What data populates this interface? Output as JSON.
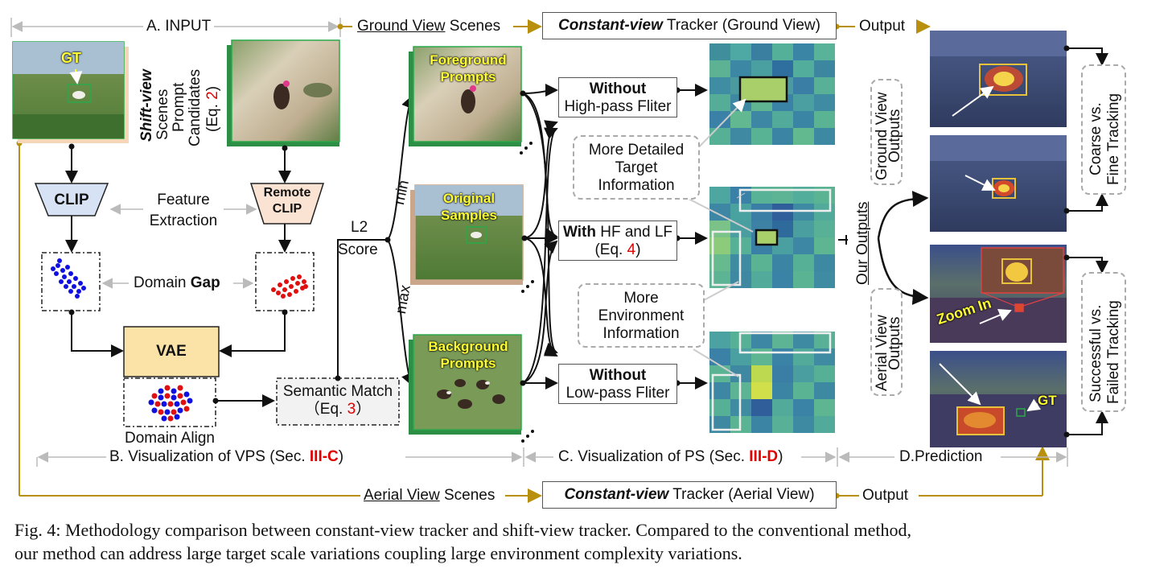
{
  "sections": {
    "input": "A. INPUT",
    "vps_prefix": "B. Visualization of VPS (Sec. ",
    "vps_ref": "III-C",
    "vps_suffix": ")",
    "ps_prefix": "C. Visualization of PS (Sec. ",
    "ps_ref": "III-D",
    "ps_suffix": ")",
    "prediction": "D.Prediction"
  },
  "top_flow": {
    "scenes_u": "Ground View",
    "scenes_rest": " Scenes",
    "tracker_em": "Constant-view",
    "tracker_rest": " Tracker (Ground View)",
    "output": "Output"
  },
  "bottom_flow": {
    "scenes_u": "Aerial View",
    "scenes_rest": " Scenes",
    "tracker_em": "Constant-view",
    "tracker_rest": " Tracker (Aerial View)",
    "output": "Output"
  },
  "input": {
    "gt": "GT",
    "shift_em": "Shift-view",
    "shift_rest": "Scenes",
    "prompt_l1": "Prompt",
    "prompt_l2": "Candidates",
    "prompt_l3a": "(Eq. ",
    "prompt_l3b": "2",
    "prompt_l3c": ")"
  },
  "vps": {
    "clip": "CLIP",
    "remote_clip_1": "Remote",
    "remote_clip_2": "CLIP",
    "feature_1": "Feature",
    "feature_2": "Extraction",
    "domain_gap_a": "Domain ",
    "domain_gap_b": "Gap",
    "vae": "VAE",
    "domain_align": "Domain Align",
    "semantic_1": "Semantic Match",
    "semantic_2a": "（Eq. ",
    "semantic_2b": "3",
    "semantic_2c": "）",
    "l2": "L2",
    "score": "Score",
    "min": "min",
    "max": "max",
    "fg_1": "Foreground",
    "fg_2": "Prompts",
    "orig_1": "Original",
    "orig_2": "Samples",
    "bg_1": "Background",
    "bg_2": "Prompts"
  },
  "ps": {
    "without_hp_b": "Without",
    "without_hp_2": "High-pass Fliter",
    "with_b": "With",
    "with_rest": " HF and LF",
    "with_2a": "(Eq. ",
    "with_2b": "4",
    "with_2c": ")",
    "without_lp_b": "Without",
    "without_lp_2": "Low-pass Fliter",
    "detail_1": "More Detailed",
    "detail_2": "Target",
    "detail_3": "Information",
    "env_1": "More",
    "env_2": "Environment",
    "env_3": "Information"
  },
  "prediction": {
    "ground_1": "Ground View",
    "ground_2": "Outputs",
    "our_outputs": "Our Outputs",
    "aerial_1": "Aerial View",
    "aerial_2": "Outputs",
    "zoom": "Zoom In",
    "gt": "GT",
    "coarse_1": "Coarse vs.",
    "coarse_2": "Fine Tracking",
    "success_1": "Successful vs.",
    "success_2": "Failed Tracking"
  },
  "caption": {
    "line1": "Fig. 4: Methodology comparison between constant-view tracker and shift-view tracker. Compared to the conventional method,",
    "line2": "our method can address large target scale variations coupling large environment complexity variations."
  },
  "colors": {
    "gold": "#b8900e",
    "clip_blue": "#d7e3f4",
    "remote_clip": "#fbe3d3",
    "vae": "#fbe2a6",
    "red_ref": "#e10000"
  }
}
